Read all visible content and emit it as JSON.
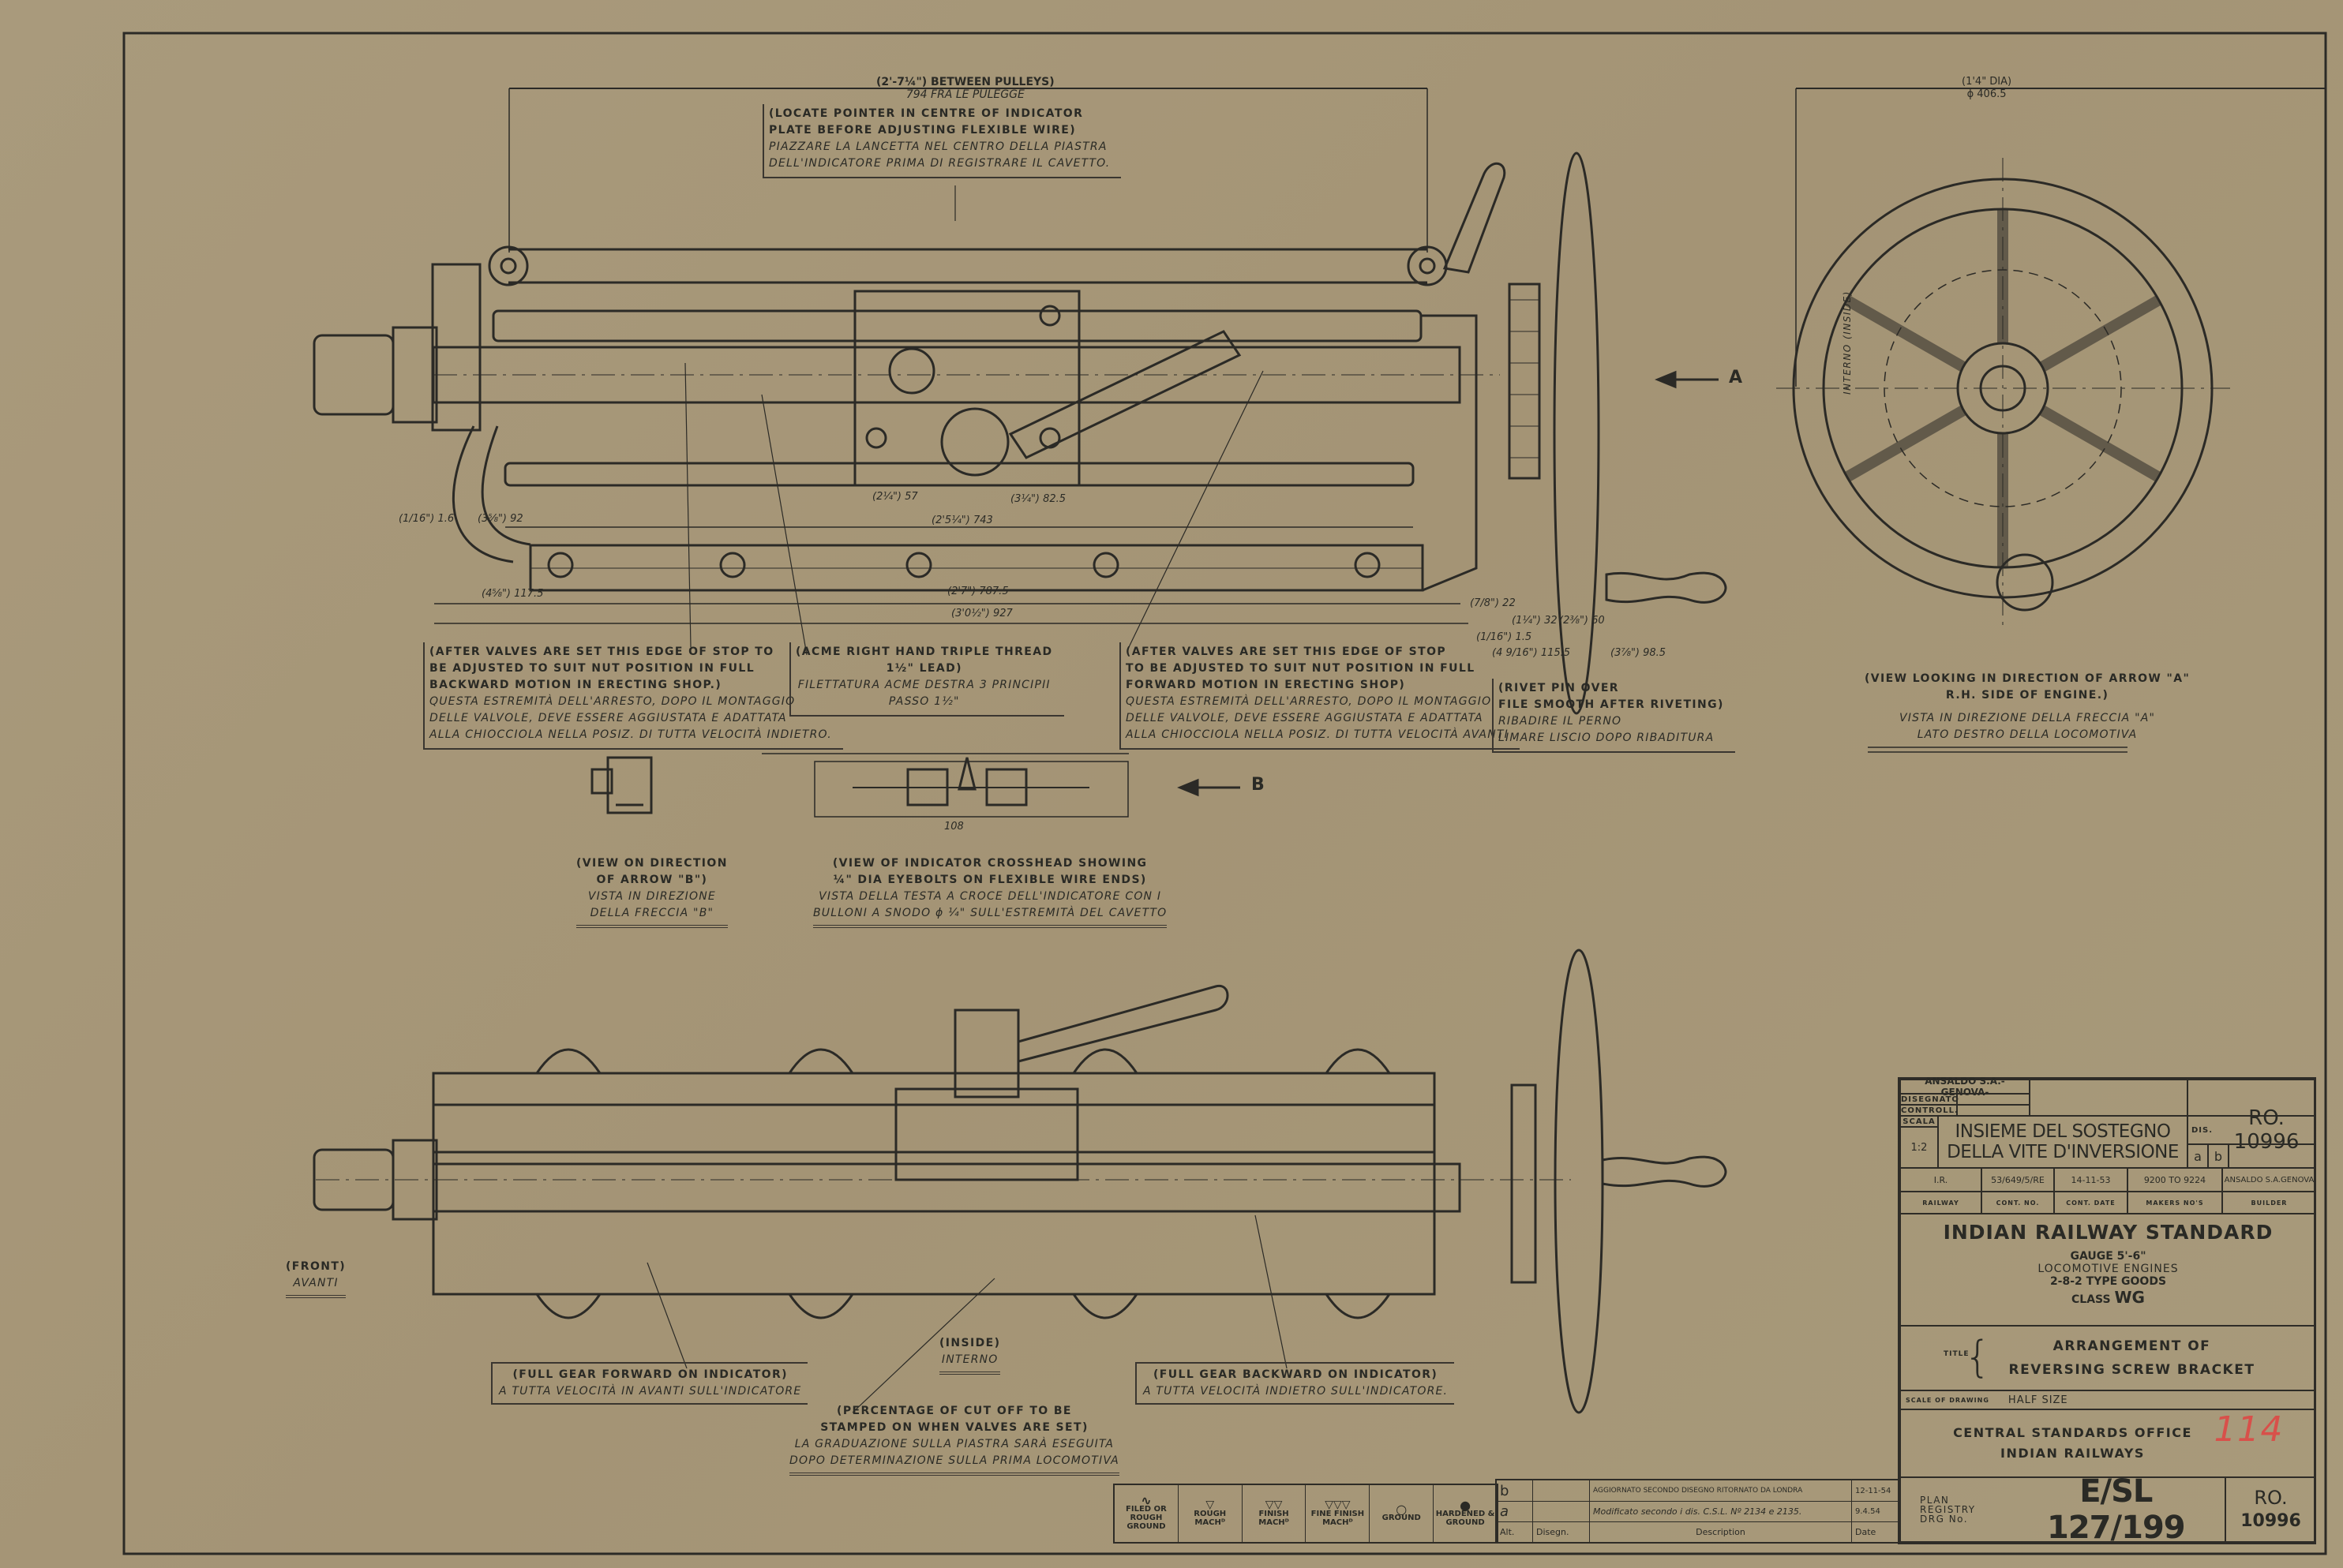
{
  "colors": {
    "paper": "#a69678",
    "ink": "#2a2a25",
    "red_mark": "#d8504a"
  },
  "top_view": {
    "between_pulleys": "(2'-7¼\") BETWEEN PULLEYS)",
    "between_pulleys_it": "794 FRA LE PULEGGE",
    "arrow_a": "A",
    "dims": [
      "(2'5¼\") 743",
      "(2'7\") 787.5",
      "(3'0½\") 927",
      "(4⅝\") 117.5",
      "(3⅝\") 92",
      "(1/16\") 1.6",
      "(2¼\") 57",
      "(3¼\") 82.5",
      "(7/8\") 22",
      "(1¼\") 32",
      "(2⅜\") 60",
      "(1/16\") 1.5",
      "(4 9/16\") 115.5",
      "(3⅞\") 98.5"
    ]
  },
  "end_view": {
    "dia": "(1'4\" DIA)",
    "dia_mm": "ϕ 406.5",
    "inside": "INTERNO (INSIDE)"
  },
  "notes": {
    "locate_pointer": [
      "(LOCATE POINTER IN CENTRE OF INDICATOR",
      "PLATE BEFORE ADJUSTING FLEXIBLE WIRE)",
      "PIAZZARE LA LANCETTA NEL CENTRO DELLA PIASTRA",
      "DELL'INDICATORE PRIMA DI REGISTRARE IL CAVETTO."
    ],
    "stop_backward": [
      "(AFTER VALVES ARE SET THIS EDGE OF STOP TO",
      "BE ADJUSTED TO SUIT NUT POSITION IN FULL",
      "BACKWARD MOTION IN ERECTING SHOP.)",
      "QUESTA ESTREMITÀ DELL'ARRESTO, DOPO IL MONTAGGIO",
      "DELLE VALVOLE, DEVE ESSERE AGGIUSTATA E ADATTATA",
      "ALLA CHIOCCIOLA NELLA POSIZ. DI TUTTA VELOCITÀ INDIETRO."
    ],
    "acme_thread": [
      "(ACME RIGHT HAND TRIPLE THREAD",
      "1½\" LEAD)",
      "FILETTATURA ACME DESTRA 3 PRINCIPII",
      "PASSO 1½\""
    ],
    "stop_forward": [
      "(AFTER VALVES ARE SET THIS EDGE OF STOP",
      "TO BE ADJUSTED TO SUIT NUT POSITION IN FULL",
      "FORWARD MOTION IN ERECTING SHOP)",
      "QUESTA ESTREMITÀ DELL'ARRESTO, DOPO IL MONTAGGIO",
      "DELLE VALVOLE, DEVE ESSERE AGGIUSTATA E ADATTATA",
      "ALLA CHIOCCIOLA NELLA POSIZ. DI TUTTA VELOCITÀ AVANTI"
    ],
    "rivet_pin": [
      "(RIVET PIN OVER",
      "FILE SMOOTH AFTER RIVETING)",
      "RIBADIRE IL PERNO",
      "LIMARE LISCIO DOPO RIBADITURA"
    ],
    "view_arrow_a": [
      "(VIEW LOOKING IN DIRECTION OF ARROW \"A\"",
      "R.H. SIDE OF ENGINE.)",
      "VISTA IN DIREZIONE DELLA FRECCIA \"A\"",
      "LATO DESTRO DELLA LOCOMOTIVA"
    ],
    "view_arrow_b": [
      "(VIEW ON DIRECTION",
      "OF ARROW \"B\")",
      "VISTA IN DIREZIONE",
      "DELLA FRECCIA \"B\""
    ],
    "crosshead": [
      "(VIEW OF INDICATOR CROSSHEAD SHOWING",
      "¼\" DIA EYEBOLTS ON FLEXIBLE WIRE ENDS)",
      "VISTA DELLA TESTA A CROCE DELL'INDICATORE CON I",
      "BULLONI A SNODO ϕ ¼\" SULL'ESTREMITÀ DEL CAVETTO"
    ],
    "front": [
      "(FRONT)",
      "AVANTI"
    ],
    "inside": [
      "(INSIDE)",
      "INTERNO"
    ],
    "full_forward": [
      "(FULL GEAR FORWARD ON INDICATOR)",
      "A TUTTA VELOCITÀ IN AVANTI SULL'INDICATORE"
    ],
    "full_backward": [
      "(FULL GEAR BACKWARD ON INDICATOR)",
      "A TUTTA VELOCITÀ INDIETRO SULL'INDICATORE."
    ],
    "cut_off": [
      "(PERCENTAGE OF CUT OFF TO BE",
      "STAMPED ON WHEN VALVES ARE SET)",
      "LA GRADUAZIONE SULLA PIASTRA SARÀ ESEGUITA",
      "DOPO DETERMINAZIONE SULLA PRIMA LOCOMOTIVA"
    ],
    "crosshead_dim": "108",
    "arrow_b": "B"
  },
  "finish_symbols": [
    {
      "symbol": "∿",
      "label": "FILED OR ROUGH GROUND"
    },
    {
      "symbol": "▽",
      "label": "ROUGH MACHᴰ"
    },
    {
      "symbol": "▽▽",
      "label": "FINISH MACHᴰ"
    },
    {
      "symbol": "▽▽▽",
      "label": "FINE FINISH MACHᴰ"
    },
    {
      "symbol": "○",
      "label": "GROUND"
    },
    {
      "symbol": "●",
      "label": "HARDENED & GROUND"
    }
  ],
  "alterations": {
    "rows": [
      {
        "alt": "b",
        "description": "AGGIORNATO SECONDO DISEGNO RITORNATO DA LONDRA",
        "date": "12-11-54"
      },
      {
        "alt": "a",
        "description": "Modificato secondo i dis. C.S.L. Nº 2134 e 2135.",
        "date": "9.4.54"
      }
    ],
    "headers": {
      "alt": "Alt.",
      "drawn": "Disegn.",
      "description": "Description",
      "date": "Date"
    }
  },
  "title_block": {
    "company": "ANSALDO S.A.-GENOVA-",
    "drawn_label": "DISEGNATO",
    "checked_label": "CONTROLL.",
    "scale_label": "SCALA",
    "scale": "1:2",
    "title_it_1": "INSIEME DEL SOSTEGNO",
    "title_it_2": "DELLA VITE D'INVERSIONE",
    "dis_label": "DIS.",
    "dis_number": "RO. 10996",
    "rev_a": "a",
    "rev_b": "b",
    "railway": "I.R.",
    "cont_no": "53/649/5/RE",
    "cont_date": "14-11-53",
    "makers_nos": "9200 TO 9224",
    "builder": "ANSALDO S.A.GENOVA",
    "railway_label": "RAILWAY",
    "cont_no_label": "CONT. NO.",
    "cont_date_label": "CONT. DATE",
    "makers_label": "MAKERS NO'S",
    "builder_label": "BUILDER",
    "standard": "INDIAN RAILWAY STANDARD",
    "gauge": "GAUGE 5'-6\"",
    "engines": "LOCOMOTIVE ENGINES",
    "type": "2-8-2 TYPE GOODS",
    "class_label": "CLASS",
    "class": "WG",
    "title_label": "TITLE",
    "title_1": "ARRANGEMENT OF",
    "title_2": "REVERSING SCREW BRACKET",
    "scale_of_drawing_label": "SCALE OF DRAWING",
    "scale_of_drawing": "HALF SIZE",
    "office_1": "CENTRAL STANDARDS OFFICE",
    "office_2": "INDIAN RAILWAYS",
    "red_number": "114",
    "plan_label_1": "PLAN",
    "plan_label_2": "REGISTRY",
    "plan_label_3": "DRG No.",
    "plan_number": "E/SL 127/199",
    "ro_label": "RO.",
    "ro_number": "10996"
  }
}
